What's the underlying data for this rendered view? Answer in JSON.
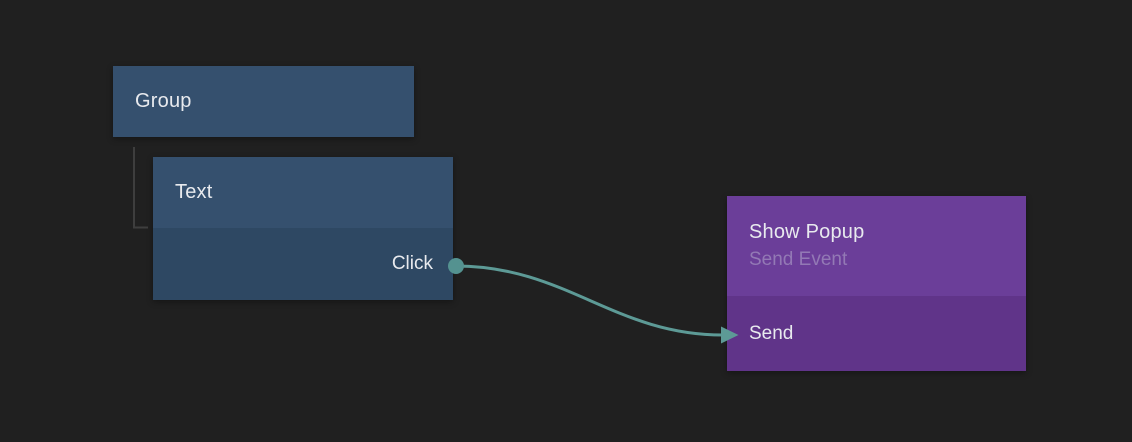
{
  "nodes": {
    "group": {
      "title": "Group"
    },
    "text": {
      "title": "Text",
      "output_port": "Click"
    },
    "show_popup": {
      "title": "Show Popup",
      "subtitle": "Send Event",
      "input_port": "Send"
    }
  },
  "connection": {
    "from": "Text / Click",
    "to": "Show Popup / Send"
  },
  "colors": {
    "canvas-bg": "#202020",
    "node-blue-header": "#35506e",
    "node-blue-body": "#2e4863",
    "node-purple-header": "#6b3e99",
    "node-purple-body": "#603489",
    "edge-teal": "#5d9a96",
    "port-dot-teal": "#549290",
    "tree-line": "#3e3e3e",
    "text-primary": "#e8eaee",
    "text-muted-purple": "#9379b5"
  }
}
